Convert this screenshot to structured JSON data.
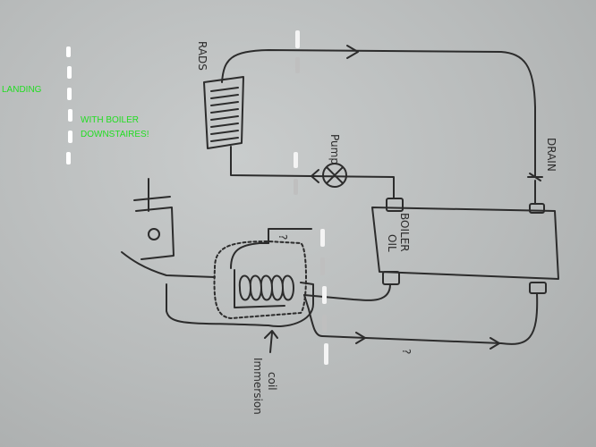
{
  "annotations": {
    "landing": "LANDING",
    "with_boiler_line1": "WITH BOILER",
    "with_boiler_line2": "DOWNSTAIRES!"
  },
  "labels": {
    "rads": "RADS",
    "pump": "Pump",
    "drain": "DRAIN",
    "oil_boiler_line1": "OIL",
    "oil_boiler_line2": "BOILER",
    "immersion_line1": "Immersion",
    "immersion_line2": "coil",
    "unknown_top": "?",
    "unknown_bottom": "?"
  },
  "colors": {
    "annotation_green": "#22dd22",
    "ink": "#2c2c2c",
    "divider_dash": "#ffffff"
  }
}
